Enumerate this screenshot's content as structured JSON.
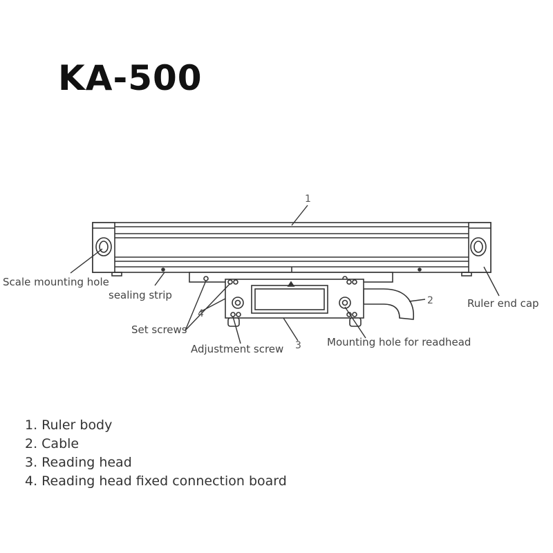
{
  "title": "KA-500",
  "callouts": {
    "n1": "1",
    "n2": "2",
    "n3": "3",
    "n4": "4",
    "scale_mounting_hole": "Scale mounting hole",
    "sealing_strip": "sealing strip",
    "set_screws": "Set screws",
    "adjustment_screw": "Adjustment screw",
    "mounting_hole_readhead": "Mounting hole for readhead",
    "ruler_end_cap": "Ruler end cap"
  },
  "legend": [
    "1. Ruler body",
    "2. Cable",
    "3. Reading head",
    "4. Reading head fixed connection board"
  ]
}
